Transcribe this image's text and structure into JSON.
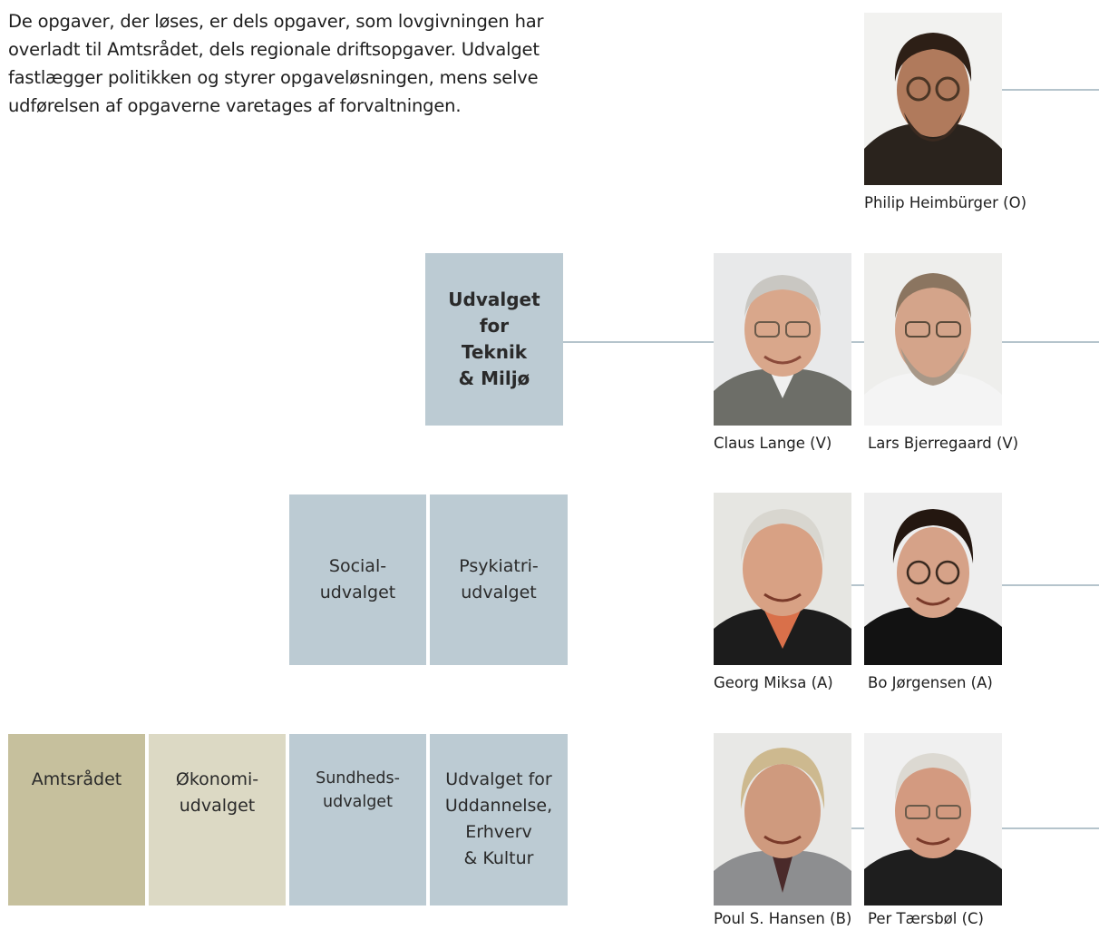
{
  "intro_text": "De opgaver, der løses, er dels opgaver, som lovgivningen har overladt til Amtsrådet, dels regionale driftsopgaver. Udvalget fastlægger politikken og styrer opgaveløsningen, mens selve udførelsen af opgaverne varetages af forvaltningen.",
  "committees": {
    "teknik": [
      "Udvalget",
      "for",
      "Teknik",
      "& Miljø"
    ],
    "social": [
      "Social-",
      "udvalget"
    ],
    "psykiatri": [
      "Psykiatri-",
      "udvalget"
    ],
    "amtsraadet": [
      "Amtsrådet"
    ],
    "oekonomi": [
      "Økonomi-",
      "udvalget"
    ],
    "sundhed": [
      "Sundheds-",
      "udvalget"
    ],
    "uddannelse": [
      "Udvalget for",
      "Uddannelse,",
      "Erhverv",
      "& Kultur"
    ]
  },
  "members": {
    "heimburger": "Philip Heimbürger (O)",
    "lange": "Claus Lange (V)",
    "bjerregaard": "Lars Bjerregaard (V)",
    "miksa": "Georg Miksa (A)",
    "joergensen": "Bo Jørgensen (A)",
    "hansen": "Poul S. Hansen (B)",
    "taersboel": "Per Tærsbøl (C)"
  },
  "colors": {
    "committee_blue": "#bccbd3",
    "council_beige": "#c6c09d",
    "economy_beige": "#dcd9c4",
    "connector_line": "#b5c4cc"
  }
}
